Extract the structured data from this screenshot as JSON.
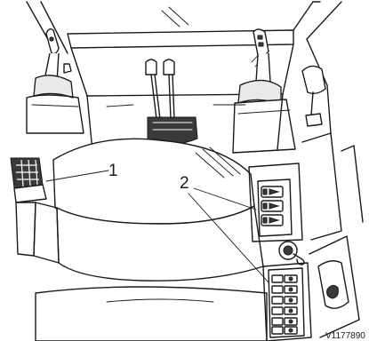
{
  "figure": {
    "reference_code": "V1177890",
    "callouts": [
      {
        "id": 1,
        "label": "1"
      },
      {
        "id": 2,
        "label": "2"
      }
    ]
  },
  "colors": {
    "line": "#1a1a1a",
    "fill_light": "#e9e9e9",
    "fill_dark": "#3a3a3a",
    "background": "#ffffff"
  }
}
